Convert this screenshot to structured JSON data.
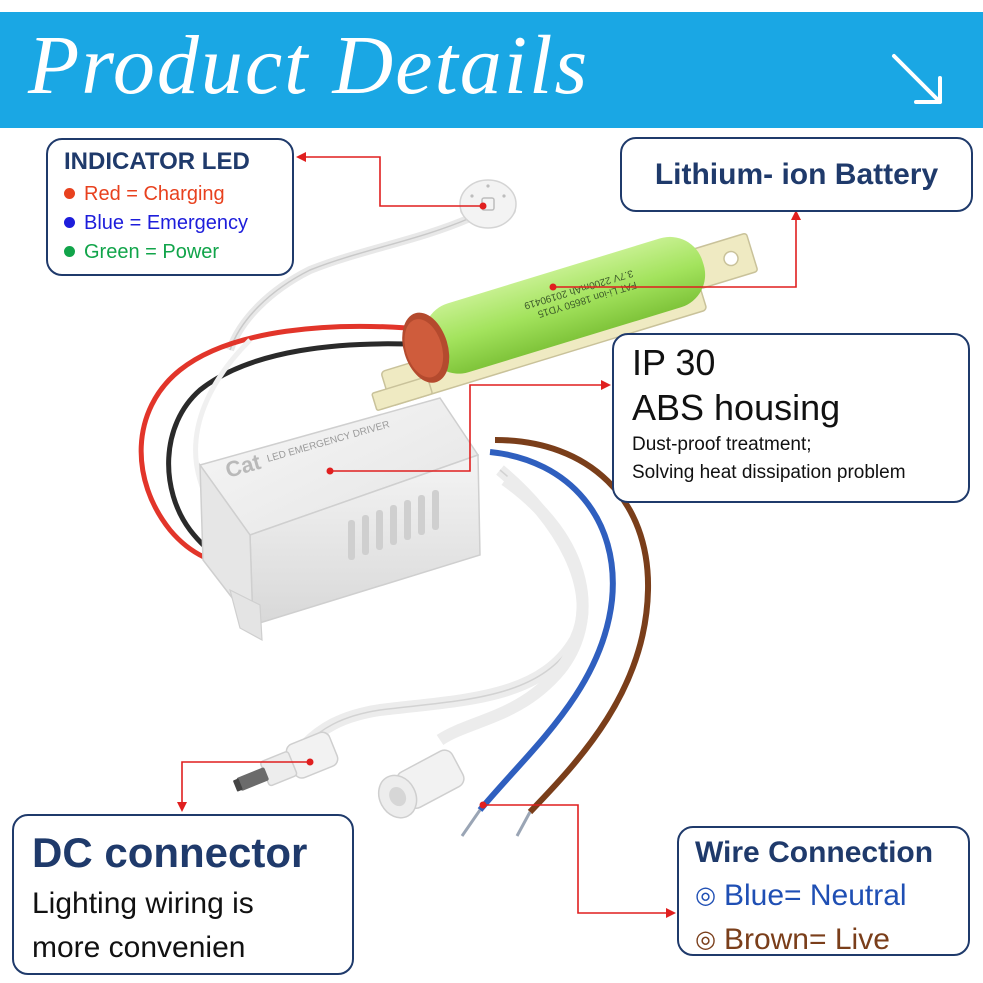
{
  "banner": {
    "title": "Product Details",
    "arrow_icon": "arrow-down-right-icon"
  },
  "indicator": {
    "title": "INDICATOR LED",
    "items": [
      {
        "label": "Red = Charging",
        "color": "#e8411e"
      },
      {
        "label": "Blue = Emergency",
        "color": "#1d1ddb"
      },
      {
        "label": "Green = Power",
        "color": "#11a44a"
      }
    ]
  },
  "battery": {
    "label": "Lithium- ion Battery",
    "print_line1": "3.7V 2200mAh 20190419",
    "print_line2": "FAT Li-ion 18650 YD15"
  },
  "housing": {
    "rating": "IP 30",
    "material": "ABS housing",
    "desc1": "Dust-proof treatment;",
    "desc2": "Solving heat dissipation problem"
  },
  "driver": {
    "brand": "Cat",
    "label": "LED EMERGENCY DRIVER"
  },
  "dc": {
    "title": "DC connector",
    "desc1": "Lighting wiring is",
    "desc2": "more convenien"
  },
  "wire": {
    "title": "Wire Connection",
    "blue": "Blue= Neutral",
    "brown": "Brown= Live",
    "blue_color": "#1f4fb4",
    "brown_color": "#7a3e1a"
  },
  "colors": {
    "banner": "#1aa7e4",
    "navy": "#1f3a6b",
    "leader": "#e01f1f"
  }
}
